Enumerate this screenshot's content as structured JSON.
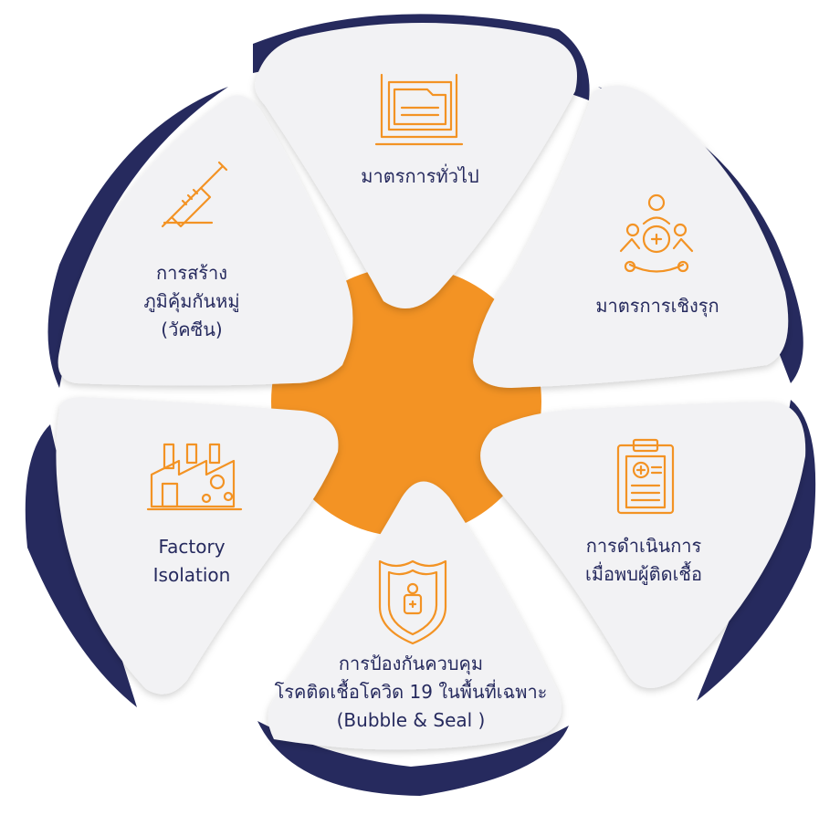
{
  "colors": {
    "navy": "#262a5e",
    "orange": "#f39324",
    "petal": "#f2f2f4"
  },
  "segments": [
    {
      "id": "general-measures",
      "icon": "folder-document-icon",
      "lines": [
        "มาตรการทั่วไป"
      ]
    },
    {
      "id": "proactive-measures",
      "icon": "medical-team-icon",
      "lines": [
        "มาตรการเชิงรุก"
      ]
    },
    {
      "id": "infected-response",
      "icon": "clipboard-medical-icon",
      "lines": [
        "การดำเนินการ",
        "เมื่อพบผู้ติดเชื้อ"
      ]
    },
    {
      "id": "bubble-and-seal",
      "icon": "shield-person-icon",
      "lines": [
        "การป้องกันควบคุม",
        "โรคติดเชื้อโควิด 19 ในพื้นที่เฉพาะ",
        "(Bubble & Seal )"
      ]
    },
    {
      "id": "factory-isolation",
      "icon": "factory-virus-icon",
      "lines": [
        "Factory",
        "Isolation"
      ]
    },
    {
      "id": "vaccine-immunity",
      "icon": "syringe-icon",
      "lines": [
        "การสร้าง",
        "ภูมิคุ้มกันหมู่",
        "(วัคซีน)"
      ]
    }
  ]
}
